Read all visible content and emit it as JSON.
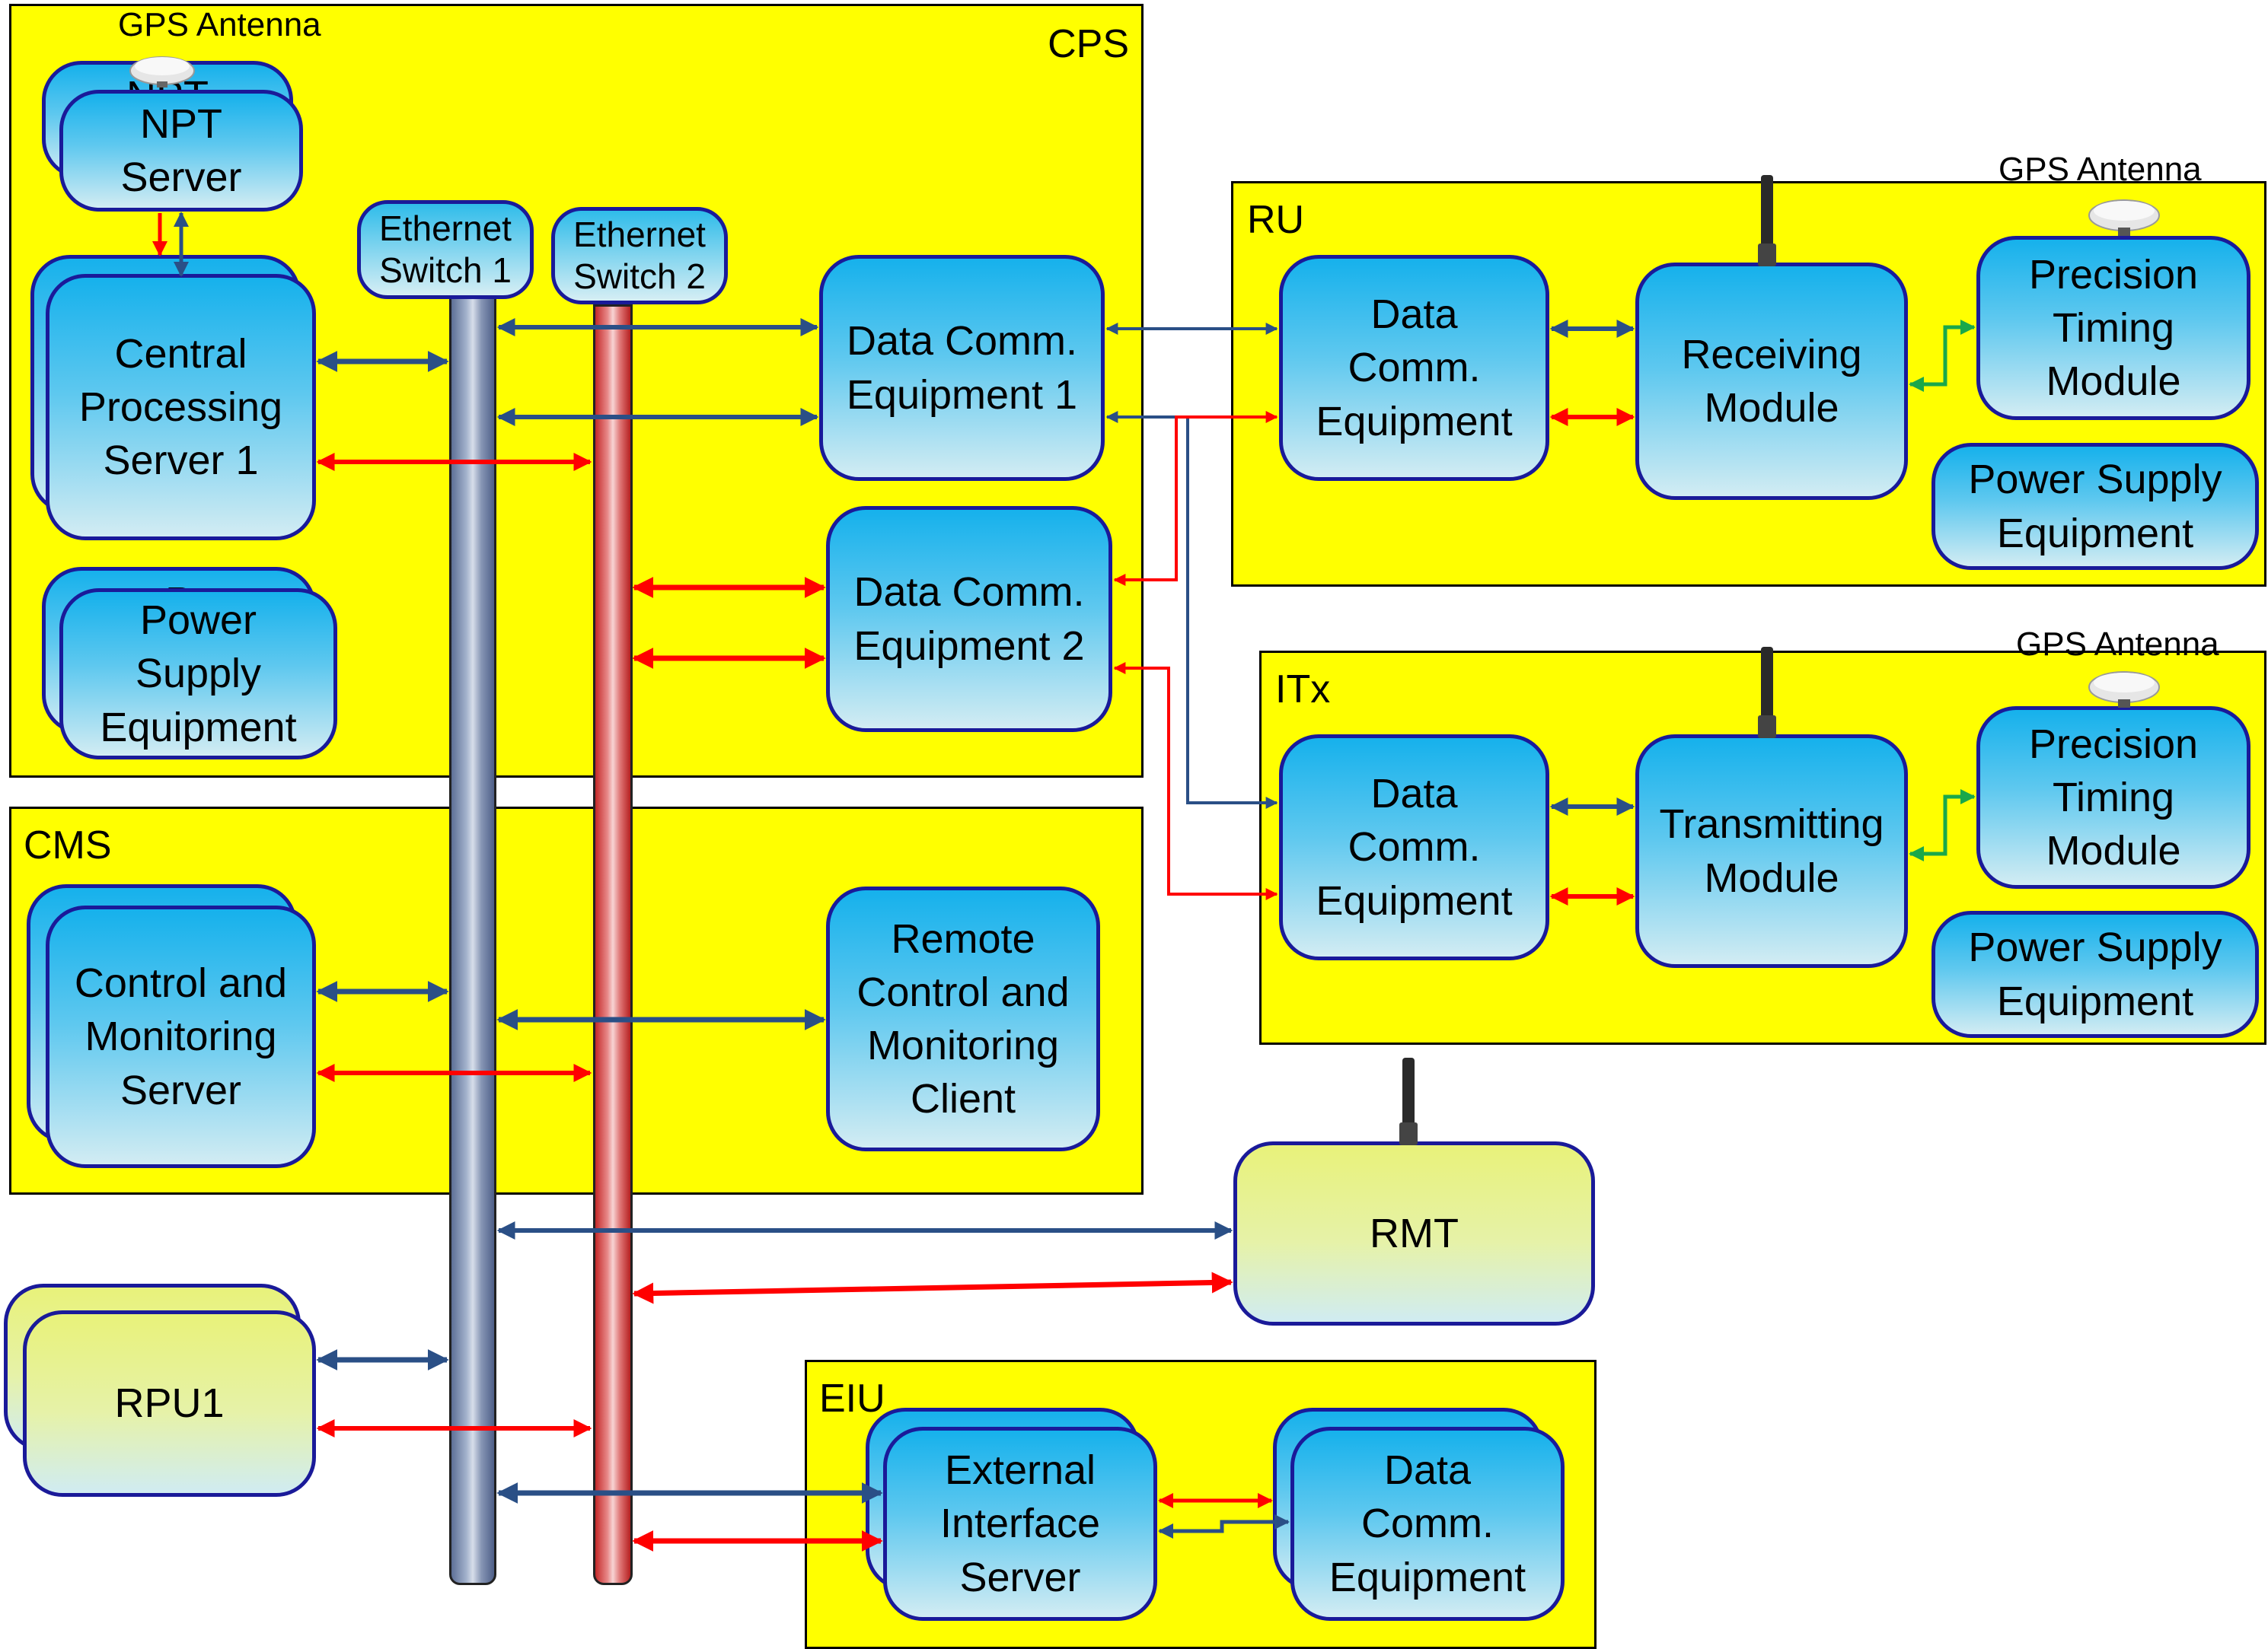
{
  "panels": {
    "cps": "CPS",
    "ru": "RU",
    "itx": "ITx",
    "cms": "CMS",
    "eiu": "EIU"
  },
  "antenna_labels": {
    "cps": "GPS Antenna",
    "ru": "GPS Antenna",
    "itx": "GPS Antenna"
  },
  "switches": {
    "switch1": "Ethernet\nSwitch 1",
    "switch2": "Ethernet\nSwitch 2"
  },
  "cps": {
    "npt_shadow": "NPT",
    "npt_server": "NPT\nServer",
    "central_processing_server": "Central\nProcessing\nServer 1",
    "power_shadow": "P",
    "power_supply": "Power\nSupply\nEquipment",
    "data_comm_1": "Data Comm.\nEquipment 1",
    "data_comm_2": "Data Comm.\nEquipment 2"
  },
  "ru": {
    "data_comm": "Data\nComm.\nEquipment",
    "receiving_module": "Receiving\nModule",
    "precision_timing": "Precision\nTiming\nModule",
    "power_supply": "Power Supply\nEquipment"
  },
  "itx": {
    "data_comm": "Data\nComm.\nEquipment",
    "transmitting_module": "Transmitting\nModule",
    "precision_timing": "Precision\nTiming\nModule",
    "power_supply": "Power Supply\nEquipment"
  },
  "cms": {
    "control_server": "Control and\nMonitoring\nServer",
    "remote_client": "Remote\nControl and\nMonitoring\nClient"
  },
  "rmt": "RMT",
  "rpu": "RPU1",
  "eiu": {
    "external_interface_server": "External\nInterface\nServer",
    "data_comm": "Data\nComm.\nEquipment"
  },
  "colors": {
    "panel": "#ffff00",
    "blue_link": "#2a4f86",
    "red_link": "#ff0000",
    "green_link": "#1aa84a",
    "box_border": "#1a1a99"
  }
}
